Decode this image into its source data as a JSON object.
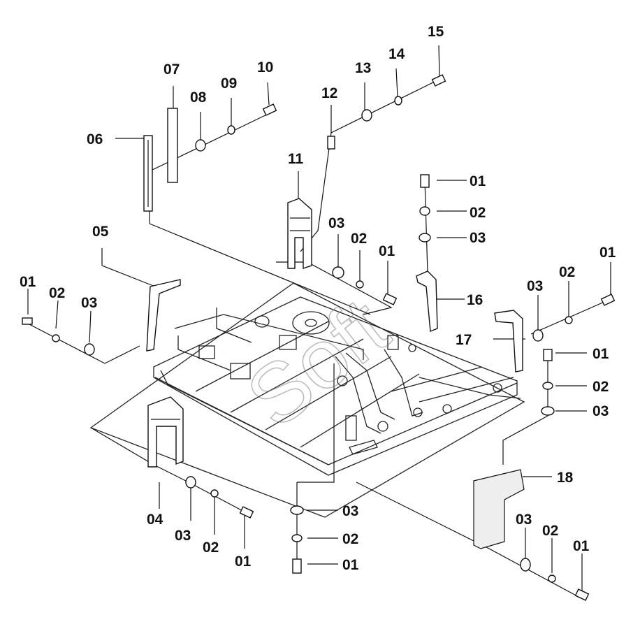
{
  "watermark": "Soft",
  "labels": [
    {
      "id": "l15",
      "text": "15"
    },
    {
      "id": "l14",
      "text": "14"
    },
    {
      "id": "l13",
      "text": "13"
    },
    {
      "id": "l12",
      "text": "12"
    },
    {
      "id": "l07",
      "text": "07"
    },
    {
      "id": "l08",
      "text": "08"
    },
    {
      "id": "l09",
      "text": "09"
    },
    {
      "id": "l10",
      "text": "10"
    },
    {
      "id": "l06",
      "text": "06"
    },
    {
      "id": "l11",
      "text": "11"
    },
    {
      "id": "l05",
      "text": "05"
    },
    {
      "id": "l01a",
      "text": "01"
    },
    {
      "id": "l02a",
      "text": "02"
    },
    {
      "id": "l03a",
      "text": "03"
    },
    {
      "id": "l03b",
      "text": "03"
    },
    {
      "id": "l02b",
      "text": "02"
    },
    {
      "id": "l01b",
      "text": "01"
    },
    {
      "id": "l16",
      "text": "16"
    },
    {
      "id": "l01c",
      "text": "01"
    },
    {
      "id": "l02c",
      "text": "02"
    },
    {
      "id": "l03c",
      "text": "03"
    },
    {
      "id": "l03d",
      "text": "03"
    },
    {
      "id": "l02d",
      "text": "02"
    },
    {
      "id": "l01d",
      "text": "01"
    },
    {
      "id": "l17",
      "text": "17"
    },
    {
      "id": "l01e",
      "text": "01"
    },
    {
      "id": "l02e",
      "text": "02"
    },
    {
      "id": "l03e",
      "text": "03"
    },
    {
      "id": "l18",
      "text": "18"
    },
    {
      "id": "l03f",
      "text": "03"
    },
    {
      "id": "l02f",
      "text": "02"
    },
    {
      "id": "l01f",
      "text": "01"
    },
    {
      "id": "l04",
      "text": "04"
    },
    {
      "id": "l03g",
      "text": "03"
    },
    {
      "id": "l02g",
      "text": "02"
    },
    {
      "id": "l01g",
      "text": "01"
    },
    {
      "id": "l03h",
      "text": "03"
    },
    {
      "id": "l02h",
      "text": "02"
    },
    {
      "id": "l01h",
      "text": "01"
    }
  ]
}
